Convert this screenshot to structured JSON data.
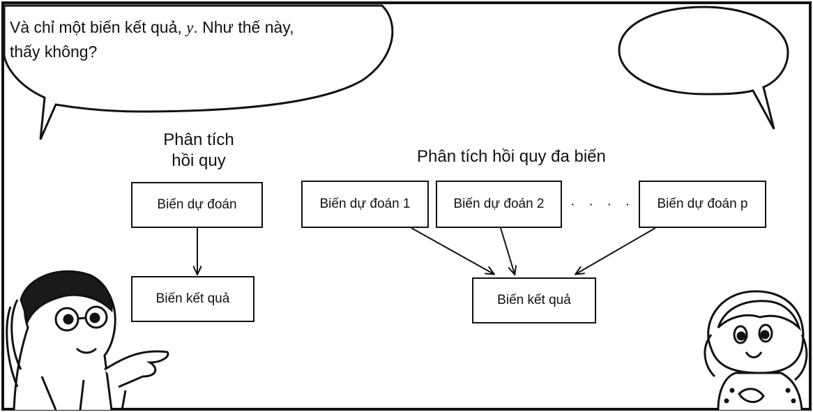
{
  "speech_bubble": {
    "line1_a": "Và chỉ một biến kết quả, ",
    "line1_var": "y",
    "line1_b": ". Như thế này,",
    "line2": "thấy không?"
  },
  "left_diagram": {
    "title_line1": "Phân tích",
    "title_line2": "hồi quy",
    "predictor": "Biến dự đoán",
    "outcome": "Biến kết quả"
  },
  "right_diagram": {
    "title": "Phân tích hồi quy đa biến",
    "predictor1": "Biến dự đoán 1",
    "predictor2": "Biến dự đoán 2",
    "ellipsis": "· · · · · ·",
    "predictorp": "Biến dự đoán p",
    "outcome": "Biến kết quả"
  }
}
